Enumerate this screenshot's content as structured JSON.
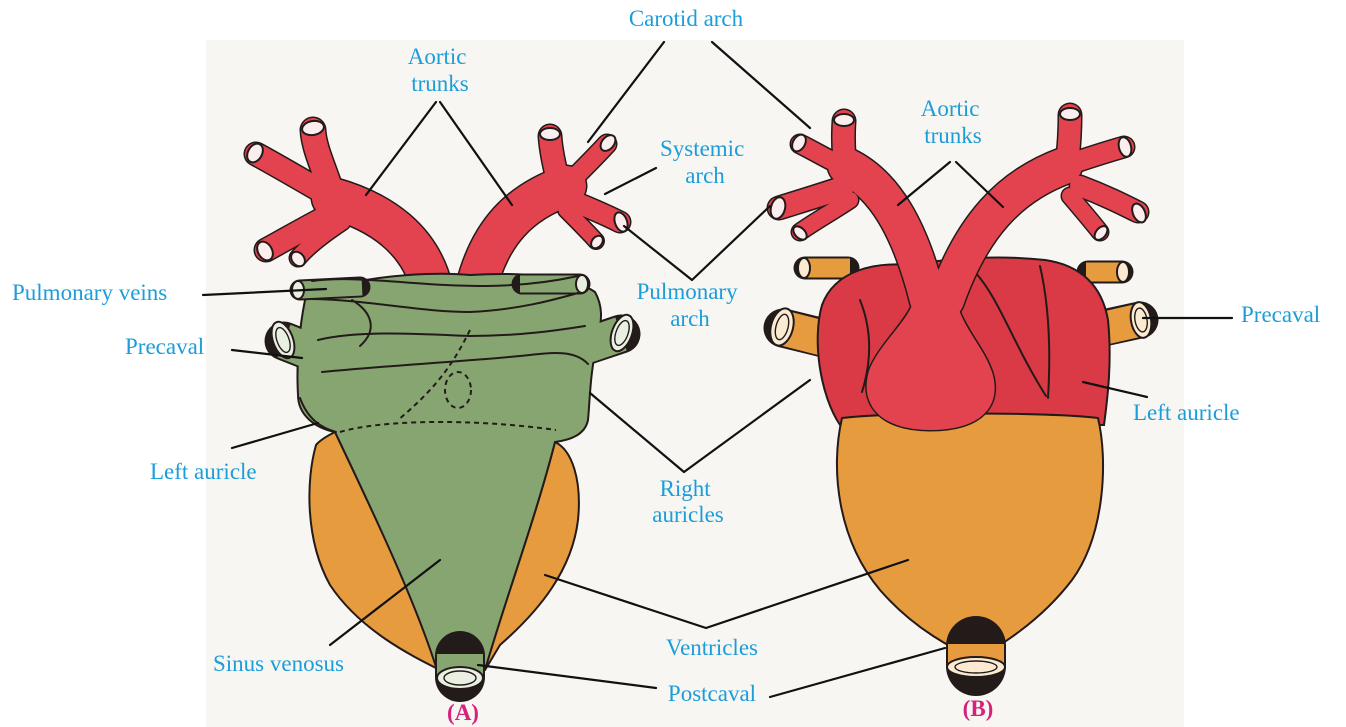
{
  "diagram": {
    "labels": {
      "carotid_arch": "Carotid arch",
      "aortic_trunks_a": [
        "Aortic",
        "trunks"
      ],
      "systemic_arch": [
        "Systemic",
        "arch"
      ],
      "aortic_trunks_b": [
        "Aortic",
        "trunks"
      ],
      "pulmonary_veins": "Pulmonary veins",
      "pulmonary_arch": [
        "Pulmonary",
        "arch"
      ],
      "precaval_a": "Precaval",
      "precaval_b": "Precaval",
      "left_auricle_a": "Left auricle",
      "left_auricle_b": "Left auricle",
      "right_auricles": [
        "Right",
        "auricles"
      ],
      "ventricles": "Ventricles",
      "sinus_venosus": "Sinus venosus",
      "postcaval": "Postcaval"
    },
    "view_labels": {
      "a": "(A)",
      "b": "(B)"
    }
  },
  "colors": {
    "label": "#1b9dd9",
    "view_label": "#d4237a",
    "artery_red": "#e2434f",
    "auricle_red": "#da3a45",
    "auricle_green": "#87a571",
    "ventricle_orange": "#e69b3e"
  }
}
